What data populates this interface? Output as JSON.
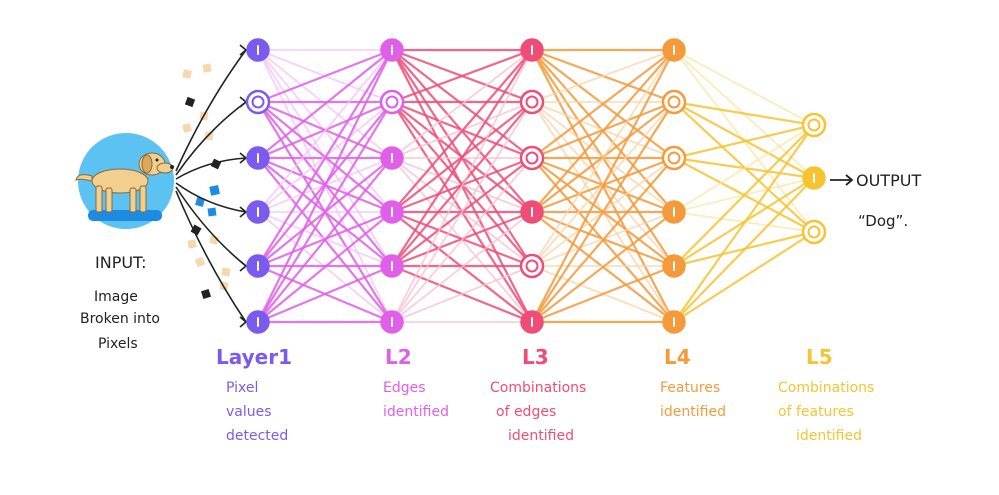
{
  "input": {
    "title": "INPUT:",
    "description_lines": [
      "Image",
      "Broken into",
      "Pixels"
    ]
  },
  "output": {
    "label": "OUTPUT",
    "value": "“Dog”."
  },
  "layers": [
    {
      "name": "Layer1",
      "caption_lines": [
        "Pixel",
        "values",
        "detected"
      ],
      "color": "#7a5bf0",
      "light": "#c5b8f7",
      "nodes": 6,
      "hollow": [
        1
      ]
    },
    {
      "name": "L2",
      "caption_lines": [
        "Edges",
        "identified"
      ],
      "color": "#e05fe8",
      "light": "#f3c3f6",
      "nodes": 6,
      "hollow": [
        1
      ]
    },
    {
      "name": "L3",
      "caption_lines": [
        "Combinations",
        "of edges",
        "identified"
      ],
      "color": "#f04c78",
      "light": "#f9bfd0",
      "nodes": 6,
      "hollow": [
        1,
        2,
        4
      ]
    },
    {
      "name": "L4",
      "caption_lines": [
        "Features",
        "identified"
      ],
      "color": "#f59a3a",
      "light": "#fbd3a8",
      "nodes": 6,
      "hollow": [
        1,
        2
      ]
    },
    {
      "name": "L5",
      "caption_lines": [
        "Combinations",
        "of features",
        "identified"
      ],
      "color": "#f6c431",
      "light": "#fbe6a2",
      "nodes": 3,
      "hollow": [
        0,
        2
      ]
    }
  ],
  "colors": {
    "dog_circle": "#5bc2f2",
    "dog_body": "#f2cf8e",
    "dog_shadow": "#1f8be0",
    "pixel_dark": "#222222",
    "pixel_tan": "#f5d8ae",
    "pixel_blue": "#1f8be0"
  }
}
